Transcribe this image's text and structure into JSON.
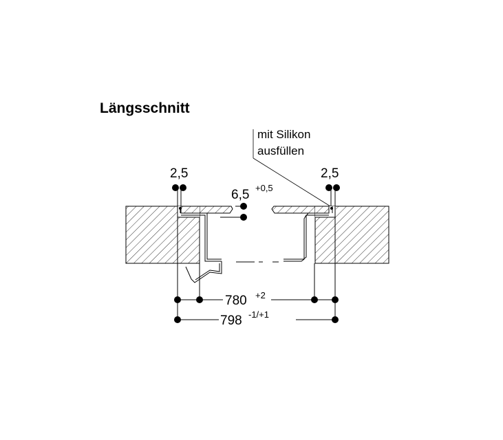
{
  "title": "Längsschnitt",
  "annotation": {
    "line1": "mit Silikon",
    "line2": "ausfüllen"
  },
  "dimensions": {
    "left_gap": "2,5",
    "right_gap": "2,5",
    "depth": "6,5",
    "depth_tol": "+0,5",
    "cutout": "780",
    "cutout_tol": "+2",
    "overall": "798",
    "overall_tol": "-1/+1"
  }
}
